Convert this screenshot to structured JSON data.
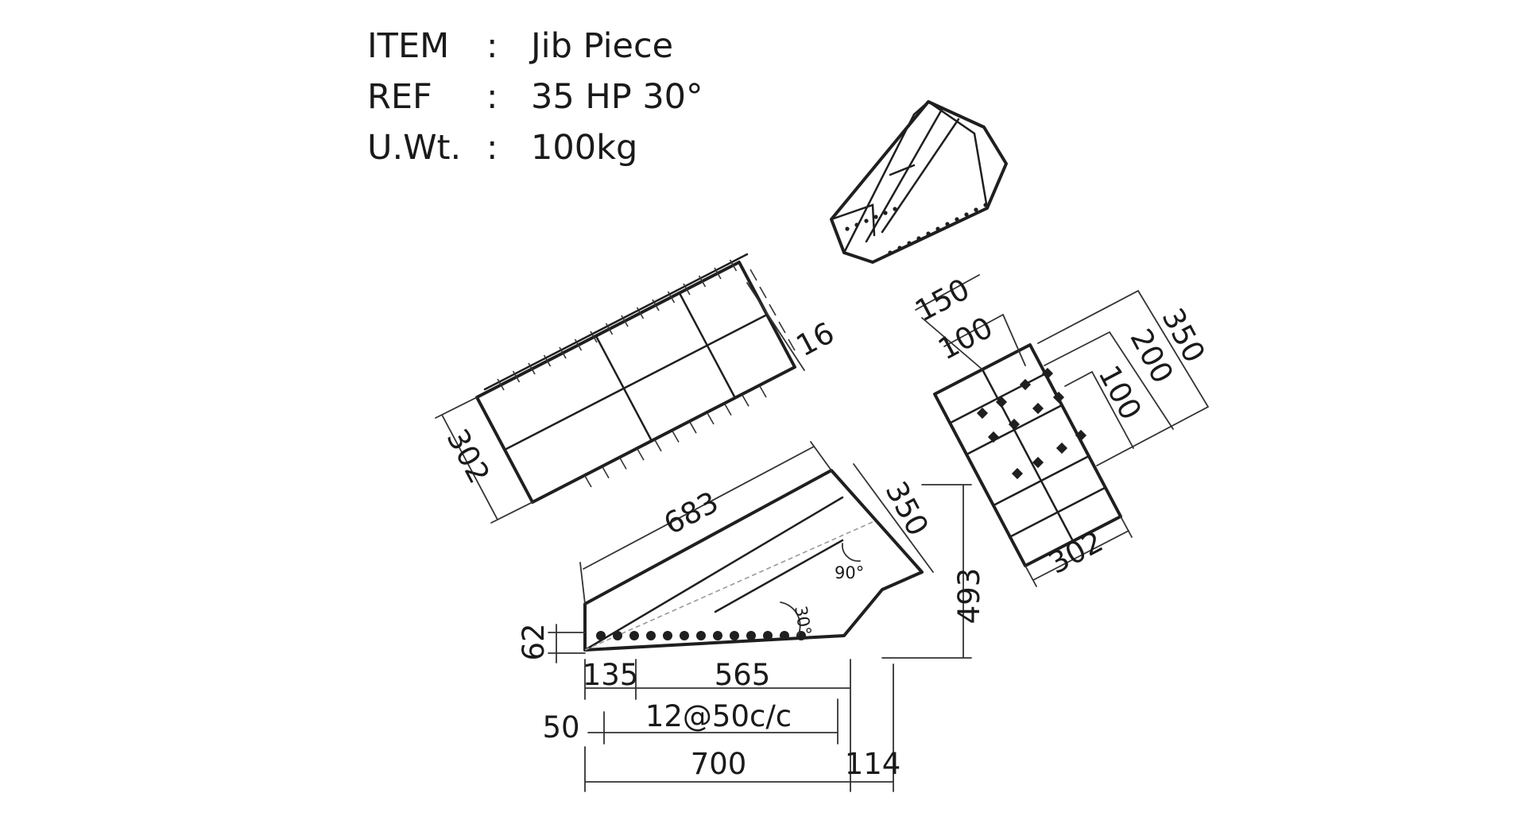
{
  "header": {
    "item_label": "ITEM",
    "item_sep": ":",
    "item_value": "Jib Piece",
    "ref_label": "REF",
    "ref_sep": ":",
    "ref_value": "35 HP 30°",
    "uwt_label": "U.Wt.",
    "uwt_sep": ":",
    "uwt_value": "100kg"
  },
  "top_plate": {
    "width": "302",
    "flange": "16"
  },
  "end_plate": {
    "d150": "150",
    "d100a": "100",
    "d350": "350",
    "d200": "200",
    "d100b": "100",
    "d302": "302"
  },
  "side_view": {
    "length_top": "683",
    "end_height": "350",
    "angle_90": "90°",
    "angle_30": "30°",
    "height_total": "493",
    "d62": "62",
    "d135": "135",
    "d565": "565",
    "d50": "50",
    "pitch": "12@50c/c",
    "d700": "700",
    "d114": "114"
  },
  "colors": {
    "line": "#1f1f1f",
    "text": "#1a1a1a",
    "background": "#ffffff"
  }
}
